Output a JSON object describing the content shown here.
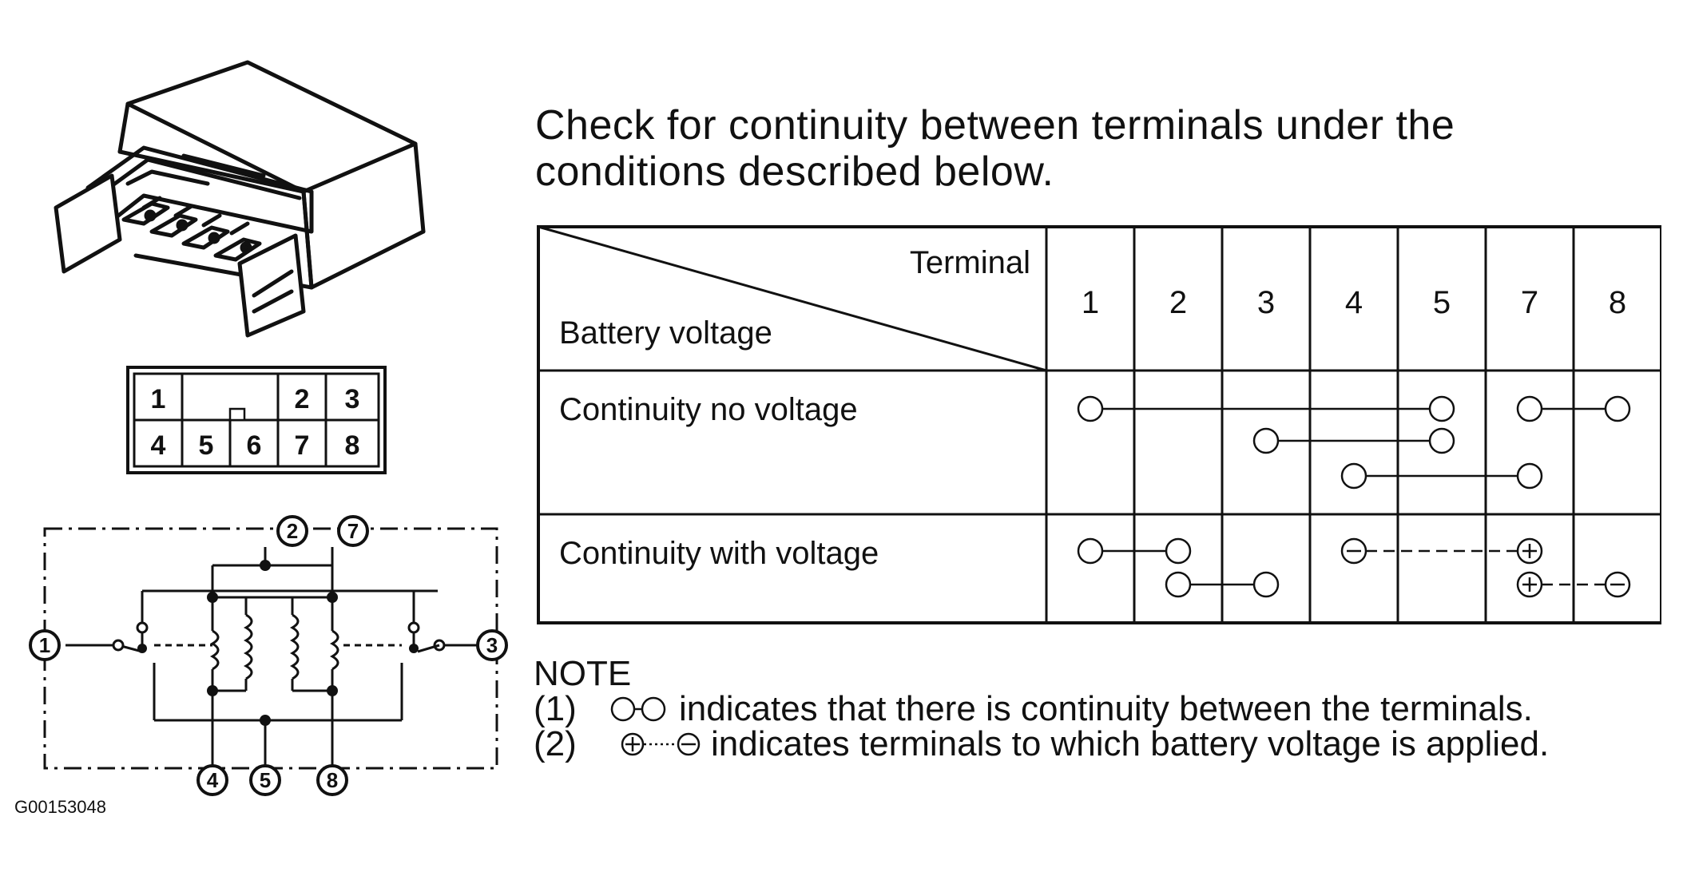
{
  "instruction": "Check for continuity between terminals under the conditions described below.",
  "table": {
    "header_top": "Terminal",
    "header_bottom": "Battery voltage",
    "terminals": [
      "1",
      "2",
      "3",
      "4",
      "5",
      "7",
      "8"
    ],
    "rows": [
      {
        "label": "Continuity no voltage",
        "connections": [
          {
            "from": "1",
            "to": "5",
            "type": "continuity"
          },
          {
            "from": "7",
            "to": "8",
            "type": "continuity"
          },
          {
            "from": "3",
            "to": "5",
            "type": "continuity"
          },
          {
            "from": "4",
            "to": "7",
            "type": "continuity"
          }
        ]
      },
      {
        "label": "Continuity with voltage",
        "connections": [
          {
            "from": "1",
            "to": "2",
            "type": "continuity"
          },
          {
            "from": "2",
            "to": "3",
            "type": "continuity"
          },
          {
            "from": "4",
            "to": "7",
            "type": "battery",
            "minus": "4",
            "plus": "7"
          },
          {
            "from": "7",
            "to": "8",
            "type": "battery",
            "plus": "7",
            "minus": "8"
          }
        ]
      }
    ]
  },
  "note": {
    "title": "NOTE",
    "items": [
      {
        "num": "(1)",
        "symbol": "continuity",
        "text": "indicates that there is continuity between the terminals."
      },
      {
        "num": "(2)",
        "symbol": "battery",
        "text": "indicates terminals to which battery voltage is applied."
      }
    ]
  },
  "pin_layout": {
    "top_row": [
      "1",
      "",
      "",
      "2",
      "3"
    ],
    "bottom_row": [
      "4",
      "5",
      "6",
      "7",
      "8"
    ]
  },
  "schematic": {
    "terminals": [
      "1",
      "2",
      "7",
      "3",
      "4",
      "5",
      "8"
    ]
  },
  "figure_code": "G00153048",
  "colors": {
    "ink": "#111111",
    "background": "#ffffff"
  }
}
